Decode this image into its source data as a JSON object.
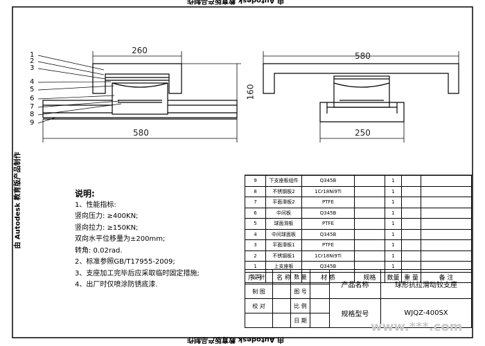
{
  "watermark": "由 Autodesk 教育版产品制作",
  "dims": {
    "top_left": "260",
    "height": "160",
    "bottom_left": "580",
    "top_right": "580",
    "bottom_right": "250"
  },
  "callouts": [
    "1",
    "2",
    "3",
    "4",
    "5",
    "6",
    "7",
    "8",
    "9"
  ],
  "notes": {
    "title": "说明:",
    "lines": [
      "1、性能指标:",
      "竖向压力: ≥400KN;",
      "竖向拉力: ≥150KN;",
      "双向水平位移量为±200mm;",
      "转角: 0.02rad.",
      "2、标准参照GB/T17955-2009;",
      "3、支座加工完毕后应采取临时固定措施;",
      "4、出厂时仅喷涂防锈底漆."
    ]
  },
  "bom": {
    "rows": [
      {
        "no": "9",
        "name": "下支座板组件",
        "material": "Q345B",
        "qty": "1"
      },
      {
        "no": "8",
        "name": "不锈钢板2",
        "material": "1Cr18Ni9Ti",
        "qty": "1"
      },
      {
        "no": "7",
        "name": "平面滑板2",
        "material": "PTFE",
        "qty": "1"
      },
      {
        "no": "6",
        "name": "中间板",
        "material": "Q345B",
        "qty": "1"
      },
      {
        "no": "5",
        "name": "球面滑板",
        "material": "PTFE",
        "qty": "1"
      },
      {
        "no": "4",
        "name": "中间球面板",
        "material": "Q345B",
        "qty": "1"
      },
      {
        "no": "3",
        "name": "平面滑板1",
        "material": "PTFE",
        "qty": "1"
      },
      {
        "no": "2",
        "name": "不锈钢板1",
        "material": "1Cr18Ni9Ti",
        "qty": "1"
      },
      {
        "no": "1",
        "name": "上支座板",
        "material": "Q345B",
        "qty": "1"
      }
    ],
    "header": {
      "no": "序 号",
      "name": "名 称",
      "material": "材 质",
      "spec": "规格",
      "qty": "数量",
      "weight": "重 量",
      "remark": "备 注"
    }
  },
  "title_block": {
    "design": "设 计",
    "draw": "制 图",
    "check": "校 对",
    "count": "数 量",
    "drawing_no": "图 号",
    "scale": "比 例",
    "date": "日 期",
    "product_label": "产品名称",
    "product_value": "球形抗拉滑动铰支座",
    "spec_label": "规格型号",
    "spec_value": "WJQZ-400SX"
  },
  "logo": "www.***.com"
}
